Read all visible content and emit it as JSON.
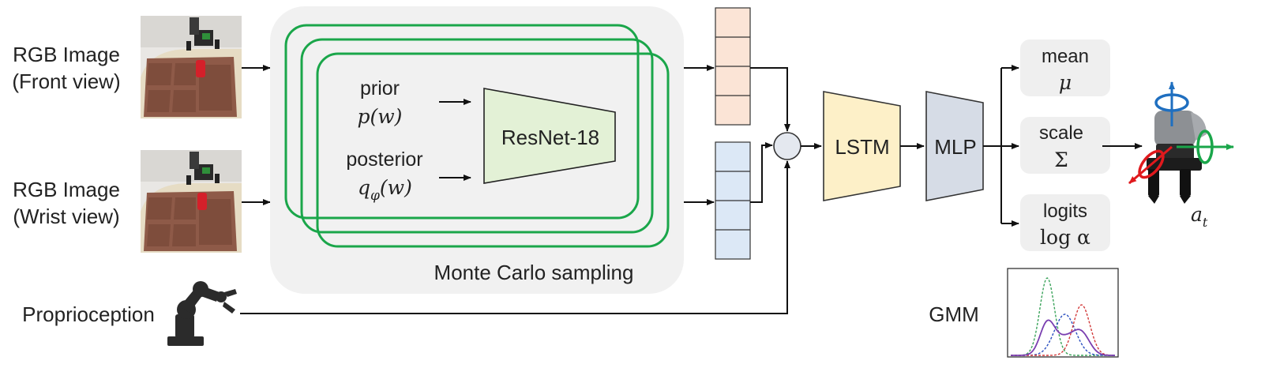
{
  "inputs": {
    "front": {
      "line1": "RGB Image",
      "line2": "(Front view)"
    },
    "wrist": {
      "line1": "RGB Image",
      "line2": "(Wrist view)"
    },
    "proprio": "Proprioception"
  },
  "sampler": {
    "prior_label": "prior",
    "prior_math": "p(w)",
    "posterior_label": "posterior",
    "posterior_math": "q",
    "posterior_sub": "φ",
    "posterior_tail": "(w)",
    "backbone": "ResNet-18",
    "caption": "Monte Carlo sampling"
  },
  "blocks": {
    "lstm": "LSTM",
    "mlp": "MLP"
  },
  "heads": [
    {
      "label": "mean",
      "symbol": "μ"
    },
    {
      "label": "scale",
      "symbol": "Σ"
    },
    {
      "label": "logits",
      "symbol": "log α"
    }
  ],
  "action": {
    "symbol": "a",
    "sub": "t"
  },
  "gmm": {
    "label": "GMM"
  },
  "colors": {
    "green_frame": "#1aa64a",
    "sampler_bg": "#f1f1f1",
    "resnet_fill": "#e3f1d6",
    "feat_front": "#fbe4d6",
    "feat_wrist": "#dce8f6",
    "lstm_fill": "#fdf0c8",
    "mlp_fill": "#d6dce6",
    "head_bg": "#efefef",
    "gmm_purple": "#7a3fb0"
  }
}
